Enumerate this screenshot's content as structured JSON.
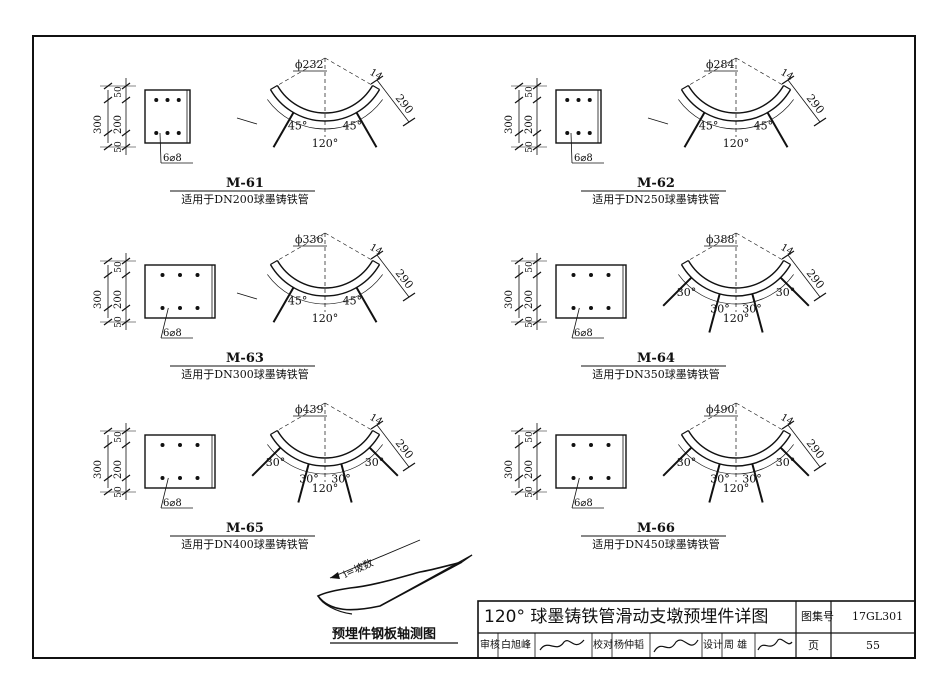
{
  "title_block": {
    "title": "120° 球墨铸铁管滑动支墩预埋件详图",
    "atlas_label": "图集号",
    "atlas_no": "17GL301",
    "page_label": "页",
    "page_no": "55",
    "review_label": "审核",
    "reviewer": "白旭峰",
    "check_label": "校对",
    "checker": "杨仲韬",
    "design_label": "设计",
    "designer": "周 雄"
  },
  "iso_caption": "预埋件钢板轴测图",
  "iso_label": "i=坡数",
  "plate_dims": {
    "total": "300",
    "mid": "200",
    "edge": "50",
    "bolts": "6⌀8"
  },
  "details": [
    {
      "id": "M-61",
      "caption": "适用于DN200球墨铸铁管",
      "dia": "ϕ232",
      "thick": "14",
      "len": "290",
      "center": "120°",
      "angles": [
        "45°",
        "45°"
      ],
      "bolts_per_row": 3
    },
    {
      "id": "M-62",
      "caption": "适用于DN250球墨铸铁管",
      "dia": "ϕ284",
      "thick": "14",
      "len": "290",
      "center": "120°",
      "angles": [
        "45°",
        "45°"
      ],
      "bolts_per_row": 3
    },
    {
      "id": "M-63",
      "caption": "适用于DN300球墨铸铁管",
      "dia": "ϕ336",
      "thick": "14",
      "len": "290",
      "center": "120°",
      "angles": [
        "45°",
        "45°"
      ],
      "bolts_per_row": 3
    },
    {
      "id": "M-64",
      "caption": "适用于DN350球墨铸铁管",
      "dia": "ϕ388",
      "thick": "14",
      "len": "290",
      "center": "120°",
      "angles": [
        "30°",
        "30°",
        "30°",
        "30°"
      ],
      "bolts_per_row": 3
    },
    {
      "id": "M-65",
      "caption": "适用于DN400球墨铸铁管",
      "dia": "ϕ439",
      "thick": "14",
      "len": "290",
      "center": "120°",
      "angles": [
        "30°",
        "30°",
        "30°",
        "30°"
      ],
      "bolts_per_row": 3
    },
    {
      "id": "M-66",
      "caption": "适用于DN450球墨铸铁管",
      "dia": "ϕ490",
      "thick": "14",
      "len": "290",
      "center": "120°",
      "angles": [
        "30°",
        "30°",
        "30°",
        "30°"
      ],
      "bolts_per_row": 3
    }
  ]
}
